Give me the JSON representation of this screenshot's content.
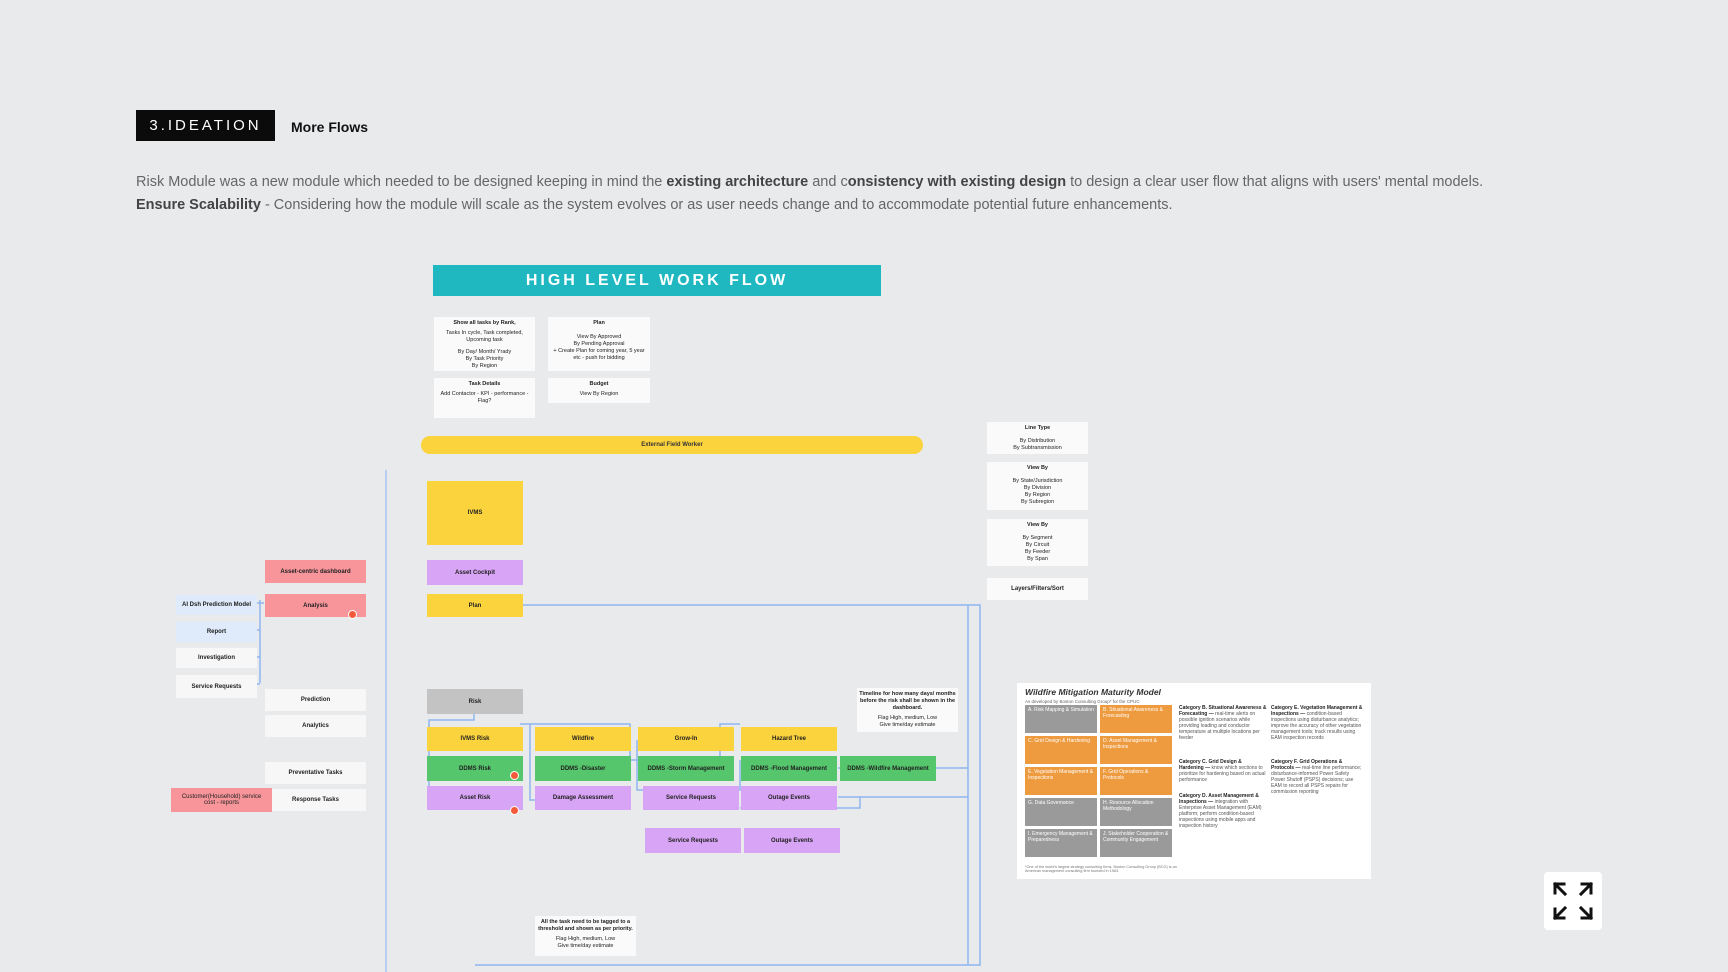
{
  "header": {
    "badge": "3.IDEATION",
    "subhead": "More Flows"
  },
  "intro": {
    "p1_a": "Risk Module was a new module which needed to be designed keeping in mind the ",
    "p1_b": "existing architecture",
    "p1_c": " and c",
    "p1_d": "onsistency with existing design",
    "p1_e": " to design a clear user flow that aligns with users' mental models.",
    "p2_a": "Ensure Scalability",
    "p2_b": " - Considering how the module will scale as the system evolves or as user needs change and to accommodate potential future enhancements."
  },
  "flow": {
    "title": "HIGH LEVEL WORK FLOW",
    "card_tasks": {
      "title": "Show all tasks by Rank,",
      "lines": [
        "Tasks In cycle, Task completed,",
        "Upcoming task",
        "",
        "By Day/ Month/ Yrady",
        "By Task Priority",
        "By Region"
      ]
    },
    "card_plan": {
      "title": "Plan",
      "lines": [
        "View By Approved",
        "By Pending Approval",
        "+ Create Plan for coming year, 5 year",
        "etc - push for bidding"
      ]
    },
    "card_task_details": {
      "title": "Task Details",
      "lines": [
        "Add Contactor - KPI - performance -",
        "Flag?"
      ]
    },
    "card_budget": {
      "title": "Budget",
      "lines": [
        "View By Region"
      ]
    },
    "external_field_worker": "External Field Worker",
    "right_cards": [
      {
        "title": "Line Type",
        "lines": [
          "By Distribution",
          "By Subtransmission"
        ]
      },
      {
        "title": "View By",
        "lines": [
          "By State/Jurisdiction",
          "By Division",
          "By Region",
          "By Subregion"
        ]
      },
      {
        "title": "View By",
        "lines": [
          "By Segment",
          "By Circuit",
          "By Feeder",
          "By Span"
        ]
      },
      {
        "title": "Layers/Filters/Sort",
        "lines": []
      }
    ],
    "ivms": "IVMS",
    "asset_cockpit": "Asset Cockpit",
    "plan": "Plan",
    "risk": "Risk",
    "asset_centric_dashboard": "Asset-centric dashboard",
    "analysis": "Analysis",
    "left_list": [
      "AI Dsh Prediction Model",
      "Report",
      "Investigation",
      "Service Requests"
    ],
    "prediction": "Prediction",
    "analytics": "Analytics",
    "preventative_tasks": "Preventative Tasks",
    "response_tasks": "Response Tasks",
    "customer_service": "Customer(Household) service cost - reports",
    "row1": [
      "IVMS Risk",
      "Wildfire",
      "Grow-In",
      "Hazard Tree"
    ],
    "row2": [
      "DDMS Risk",
      "DDMS -Disaster",
      "DDMS -Storm Management",
      "DDMS -Flood Management",
      "DDMS -Wildfire Management"
    ],
    "row3": [
      "Asset Risk",
      "Damage Assessment",
      "Service Requests",
      "Outage Events"
    ],
    "row4": [
      "Service Requests",
      "Outage Events"
    ],
    "timeline_note": {
      "title": "Timeline for how many days/ months before the risk shall be shown in the dashboard.",
      "lines": [
        "Flag High, medium, Low",
        "Give time/day estimate"
      ]
    },
    "threshold_note": {
      "title": "All the task need to be tagged to a threshold and shown as per priority.",
      "lines": [
        "Flag High, medium, Low",
        "Give time/day estimate"
      ]
    }
  },
  "maturity_model": {
    "title": "Wildfire Mitigation Maturity Model",
    "subtitle": "As developed by Boston Consulting Group* for the CPUC",
    "cells": [
      "A. Risk Mapping & Simulation",
      "B. Situational Awareness & Forecasting",
      "C. Grid Design & Hardening",
      "D. Asset Management & Inspections",
      "E. Vegetation Management & Inspections",
      "F. Grid Operations & Protocols",
      "G. Data Governance",
      "H. Resource Allocation Methodology",
      "I. Emergency Management & Preparedness",
      "J. Stakeholder Cooperation & Community Engagement"
    ],
    "notes": [
      {
        "title": "Category B. Situational Awareness & Forecasting —",
        "text": "real-time alerts on possible ignition scenarios while providing loading and conductor temperature at multiple locations per feeder"
      },
      {
        "title": "Category C. Grid Design & Hardening —",
        "text": "know which sections to prioritize for hardening based on actual performance"
      },
      {
        "title": "Category D. Asset Management & Inspections —",
        "text": "integration with Enterprise Asset Management (EAM) platform; perform condition-based inspections using mobile apps and inspection history"
      },
      {
        "title": "Category E. Vegetation Management & Inspections —",
        "text": "condition-based inspections using disturbance analytics; improve the accuracy of other vegetation management tools; track results using EAM inspection records"
      },
      {
        "title": "Category F. Grid Operations & Protocols —",
        "text": "real-time line performance; disturbance-informed Power Safety Power Shutoff (PSPS) decisions; use EAM to record all PSPS repairs for commission reporting"
      }
    ],
    "footnote": "*One of the world's largest strategy consulting firms, Boston Consulting Group (BCG) is an American management consulting firm founded in 1963."
  },
  "icons": {
    "expand": "expand-icon"
  },
  "colors": {
    "teal": "#1fb8c1",
    "yellow": "#fbd33d",
    "purple": "#d8a4f5",
    "green": "#55c66c",
    "red": "#f7959a",
    "line": "#8fb5ee"
  }
}
